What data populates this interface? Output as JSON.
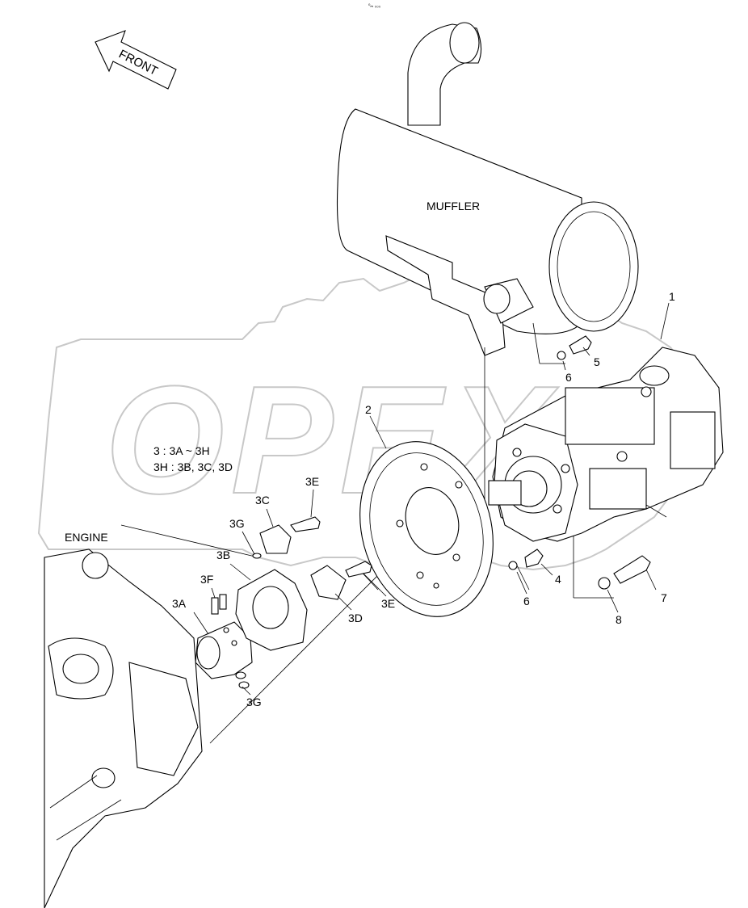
{
  "page_mark": "⁰ₘ ₀₀₀",
  "arrow": {
    "text": "FRONT"
  },
  "muffler": {
    "text": "MUFFLER"
  },
  "engine": {
    "text": "ENGINE"
  },
  "note": {
    "line1": "3 : 3A ~ 3H",
    "line2": "3H : 3B, 3C, 3D"
  },
  "watermark": {
    "text": "OPEX"
  },
  "callouts": {
    "c1": "1",
    "c2": "2",
    "c3A": "3A",
    "c3B": "3B",
    "c3C": "3C",
    "c3D": "3D",
    "c3E_top": "3E",
    "c3E_bot": "3E",
    "c3F": "3F",
    "c3G_top": "3G",
    "c3G_bot": "3G",
    "c4": "4",
    "c5": "5",
    "c6_top": "6",
    "c6_bot": "6",
    "c7": "7",
    "c8": "8"
  }
}
